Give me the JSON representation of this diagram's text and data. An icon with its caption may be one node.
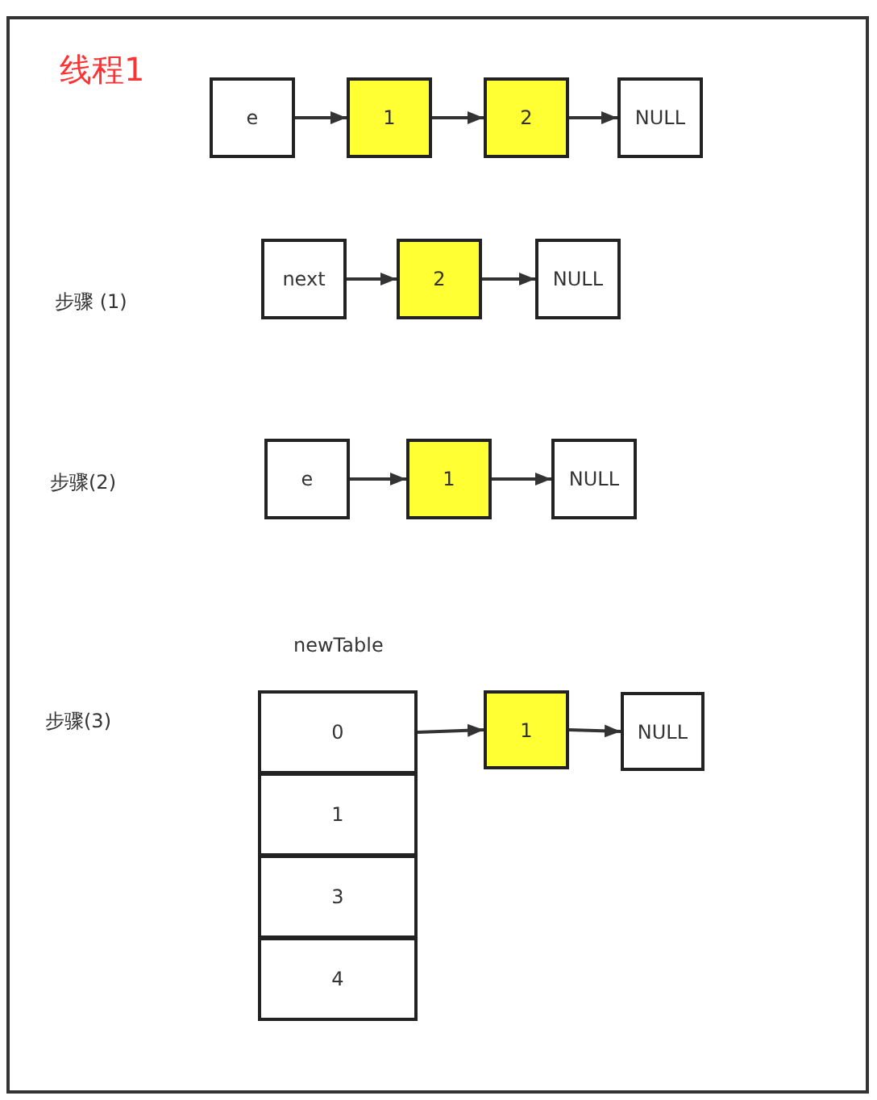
{
  "diagram": {
    "title": "线程1",
    "nodes": [
      {
        "text": [
          "e"
        ]
      },
      {
        "text": [
          "1"
        ]
      },
      {
        "text": [
          "2"
        ]
      },
      {
        "text": [
          "NULL"
        ]
      },
      {
        "text": [
          "next"
        ]
      },
      {
        "text": [
          "2"
        ]
      },
      {
        "text": [
          "NULL"
        ]
      },
      {
        "text": [
          "e"
        ]
      },
      {
        "text": [
          "1"
        ]
      },
      {
        "text": [
          "NULL"
        ]
      },
      {
        "text": [
          "0"
        ]
      },
      {
        "text": [
          "1"
        ]
      },
      {
        "text": [
          "3"
        ]
      },
      {
        "text": [
          "4"
        ]
      },
      {
        "text": [
          "1"
        ]
      },
      {
        "text": [
          "NULL"
        ]
      }
    ],
    "edges": [
      {
        "from": 0,
        "to": 1,
        "arrow": "to"
      },
      {
        "from": 1,
        "to": 2,
        "arrow": "to"
      },
      {
        "from": 2,
        "to": 3,
        "arrow": "to"
      },
      {
        "from": 4,
        "to": 5,
        "arrow": "to"
      },
      {
        "from": 5,
        "to": 6,
        "arrow": "to"
      },
      {
        "from": 7,
        "to": 8,
        "arrow": "to"
      },
      {
        "from": 8,
        "to": 9,
        "arrow": "to"
      },
      {
        "from": 10,
        "to": 14,
        "arrow": "to"
      },
      {
        "from": 14,
        "to": 15,
        "arrow": "to"
      }
    ],
    "labels": [
      "步骤 (1)",
      "步骤(2)",
      "newTable",
      "步骤(3)"
    ]
  }
}
